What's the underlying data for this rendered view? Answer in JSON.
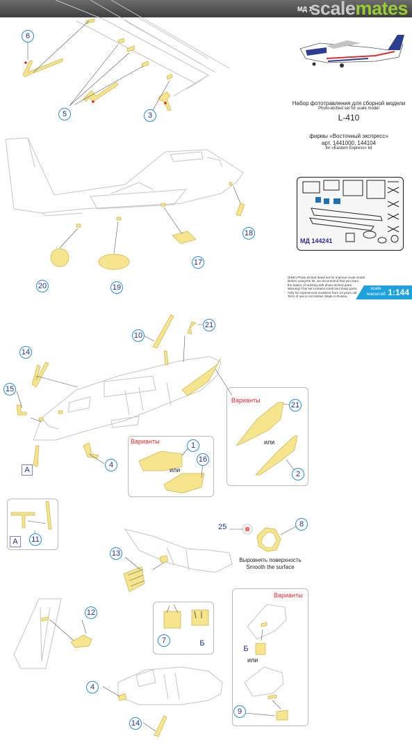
{
  "banner": {
    "tag": "МД 1",
    "logo_main": "scale",
    "logo_accent": "mates"
  },
  "title": {
    "ru": "Набор фототравления для сборной модели",
    "en": "Photo-etched set for scale model",
    "model": "L-410",
    "firm_ru": "фирмы «Восточный экспресс»",
    "articles": "арт. 1441000, 144104",
    "firm_en": "for «Eastern Express» kit"
  },
  "fret": {
    "label": "МД 144241"
  },
  "disclaimer": [
    "(ENG) Photo etched detail set for improve scale model.",
    "Before using the kit, we recommend that you learn",
    "the basics of working with photo-etched parts.",
    "Warning! This set contains small and sharp parts.",
    "Only for experienced modelers from 14 years old.",
    "Term of use is not limited. Made in Russia."
  ],
  "scale_badge": {
    "label_line1": "scale",
    "label_line2": "масштаб",
    "value": "1:144"
  },
  "labels": {
    "variants": "Варианты",
    "or": "или",
    "smooth_ru": "Выровнять поверхность",
    "smooth_en": "Smooth the surface"
  },
  "callouts": {
    "c6": "6",
    "c5": "5",
    "c3": "3",
    "c18": "18",
    "c17": "17",
    "c19": "19",
    "c20": "20",
    "c10": "10",
    "c21a": "21",
    "c14a": "14",
    "c15": "15",
    "c4a": "4",
    "c1": "1",
    "c16": "16",
    "c21b": "21",
    "c2": "2",
    "c11": "11",
    "c25": "25",
    "c8": "8",
    "c13": "13",
    "c12": "12",
    "c7": "7",
    "c4b": "4",
    "c9": "9",
    "c14b": "14"
  },
  "markers": {
    "a1": "А",
    "a2": "А",
    "b1": "Б",
    "b2": "Б"
  },
  "colors": {
    "part_fill": "#f6e58d",
    "callout_ring": "#2b8ad6",
    "callout_text": "#1d2f86",
    "variants_red": "#d8262d",
    "badge_blue": "#1ea2dd"
  }
}
